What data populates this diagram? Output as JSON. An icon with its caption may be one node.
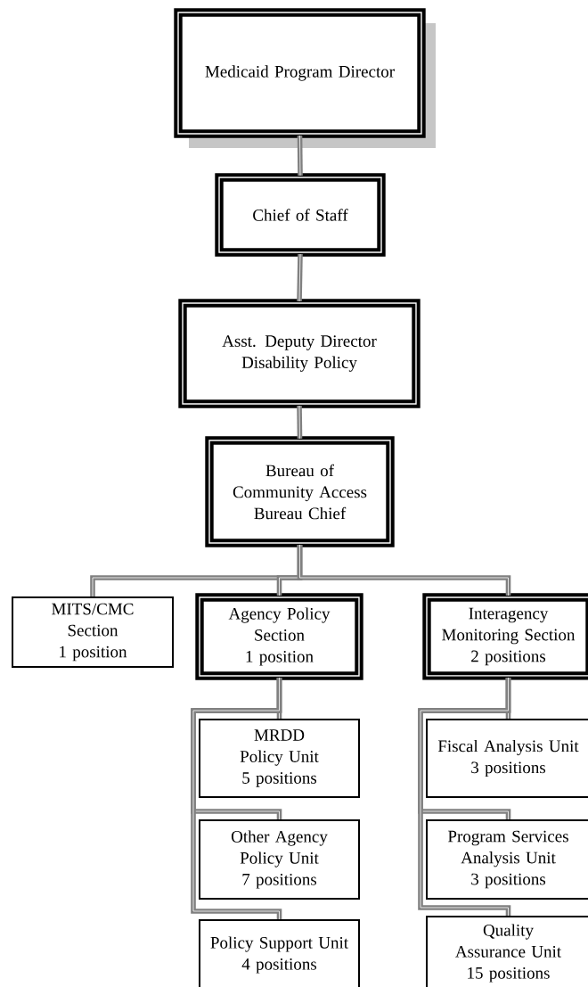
{
  "diagram": {
    "nodes": [
      {
        "text": [
          "Medicaid Program Director"
        ]
      },
      {
        "text": [
          "Chief of Staff"
        ]
      },
      {
        "text": [
          "Asst. Deputy Director",
          "Disability Policy"
        ]
      },
      {
        "text": [
          "Bureau of Community Access",
          "Bureau Chief"
        ]
      },
      {
        "text": [
          "MITS/CMC Section",
          "1 position"
        ]
      },
      {
        "text": [
          "Agency Policy Section",
          "1 position"
        ]
      },
      {
        "text": [
          "Interagency Monitoring Section",
          "2 positions"
        ]
      },
      {
        "text": [
          "MRDD Policy Unit",
          "5 positions"
        ]
      },
      {
        "text": [
          "Other Agency Policy Unit",
          "7 positions"
        ]
      },
      {
        "text": [
          "Policy Support Unit",
          "4 positions"
        ]
      },
      {
        "text": [
          "Fiscal Analysis Unit",
          "3 positions"
        ]
      },
      {
        "text": [
          "Program Services Analysis Unit",
          "3 positions"
        ]
      },
      {
        "text": [
          "Quality Assurance Unit",
          "15 positions"
        ]
      }
    ],
    "edges": [
      {
        "from": 0,
        "to": 1,
        "arrow": "none"
      },
      {
        "from": 1,
        "to": 2,
        "arrow": "none"
      },
      {
        "from": 2,
        "to": 3,
        "arrow": "none"
      },
      {
        "from": 3,
        "to": 4,
        "arrow": "none"
      },
      {
        "from": 3,
        "to": 5,
        "arrow": "none"
      },
      {
        "from": 3,
        "to": 6,
        "arrow": "none"
      },
      {
        "from": 5,
        "to": 7,
        "arrow": "none"
      },
      {
        "from": 5,
        "to": 8,
        "arrow": "none"
      },
      {
        "from": 5,
        "to": 9,
        "arrow": "none"
      },
      {
        "from": 6,
        "to": 10,
        "arrow": "none"
      },
      {
        "from": 6,
        "to": 11,
        "arrow": "none"
      },
      {
        "from": 6,
        "to": 12,
        "arrow": "none"
      }
    ]
  }
}
